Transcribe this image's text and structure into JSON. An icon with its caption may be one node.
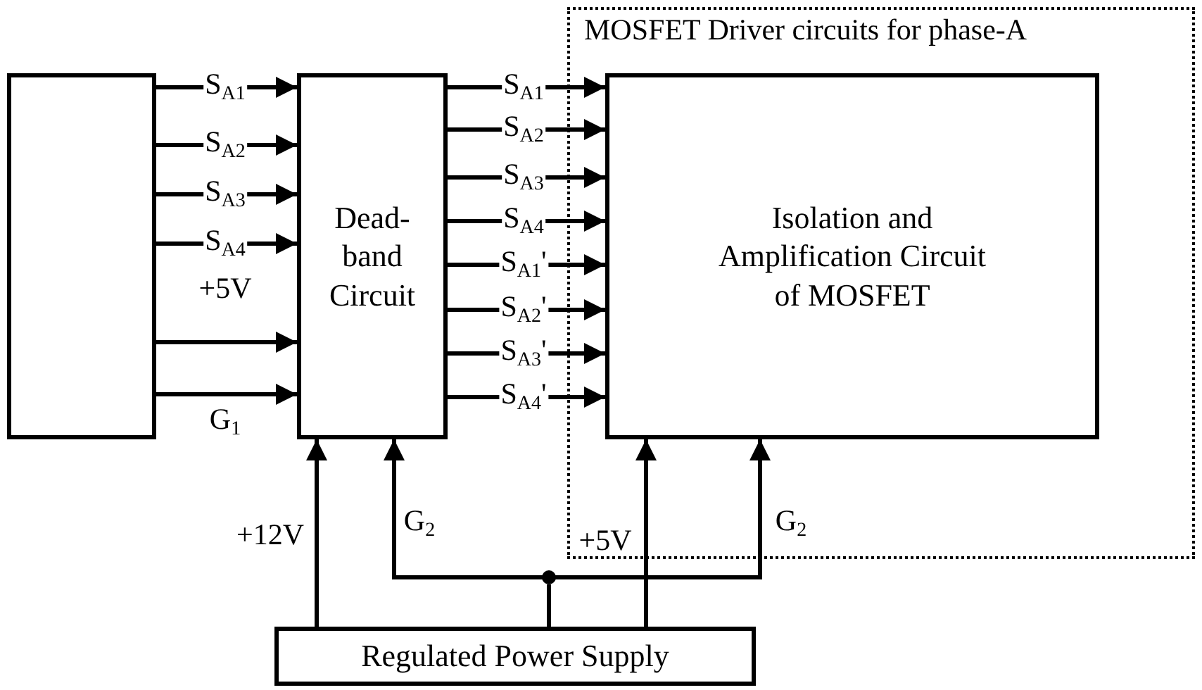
{
  "diagram": {
    "nodes": [
      {
        "text": [],
        "shape": "box"
      },
      {
        "text": [
          "Dead-band Circuit"
        ]
      },
      {
        "text": [
          "MOSFET Driver circuits for phase-A"
        ]
      },
      {
        "text": [
          "Isolation and Amplification Circuit of MOSFET"
        ],
        "in": 2
      },
      {
        "text": [
          "Regulated Power Supply"
        ]
      },
      {
        "text": [],
        "shape": "circle"
      }
    ],
    "edges": [
      {
        "from": 0,
        "to": 1,
        "arrow": "to",
        "label": "S$_{A1}$"
      },
      {
        "from": 0,
        "to": 1,
        "arrow": "to",
        "label": "S$_{A2}$"
      },
      {
        "from": 0,
        "to": 1,
        "arrow": "to",
        "label": "S$_{A3}$"
      },
      {
        "from": 0,
        "to": 1,
        "arrow": "to",
        "label": "S$_{A4}$"
      },
      {
        "from": 0,
        "to": 1,
        "arrow": "to",
        "label": "+5V"
      },
      {
        "from": 0,
        "to": 1,
        "arrow": "to",
        "label": "G$_{1}$"
      },
      {
        "from": 1,
        "to": 3,
        "arrow": "to",
        "label": "S$_{A1}$"
      },
      {
        "from": 1,
        "to": 3,
        "arrow": "to",
        "label": "S$_{A2}$"
      },
      {
        "from": 1,
        "to": 3,
        "arrow": "to",
        "label": "S$_{A3}$"
      },
      {
        "from": 1,
        "to": 3,
        "arrow": "to",
        "label": "S$_{A4}$"
      },
      {
        "from": 1,
        "to": 3,
        "arrow": "to",
        "label": "S$_{A1}$'"
      },
      {
        "from": 1,
        "to": 3,
        "arrow": "to",
        "label": "S$_{A2}$'"
      },
      {
        "from": 1,
        "to": 3,
        "arrow": "to",
        "label": "S$_{A3}$'"
      },
      {
        "from": 1,
        "to": 3,
        "arrow": "to",
        "label": "S$_{A4}$'"
      },
      {
        "from": 4,
        "to": 1,
        "arrow": "to",
        "label": "+12V"
      },
      {
        "from": 4,
        "to": 5,
        "arrow": "none"
      },
      {
        "from": 5,
        "to": 1,
        "arrow": "to",
        "label": "G$_{2}$"
      },
      {
        "from": 4,
        "to": 3,
        "arrow": "to",
        "label": "+5V"
      },
      {
        "from": 5,
        "to": 3,
        "arrow": "to",
        "label": "G$_{2}$"
      }
    ]
  }
}
